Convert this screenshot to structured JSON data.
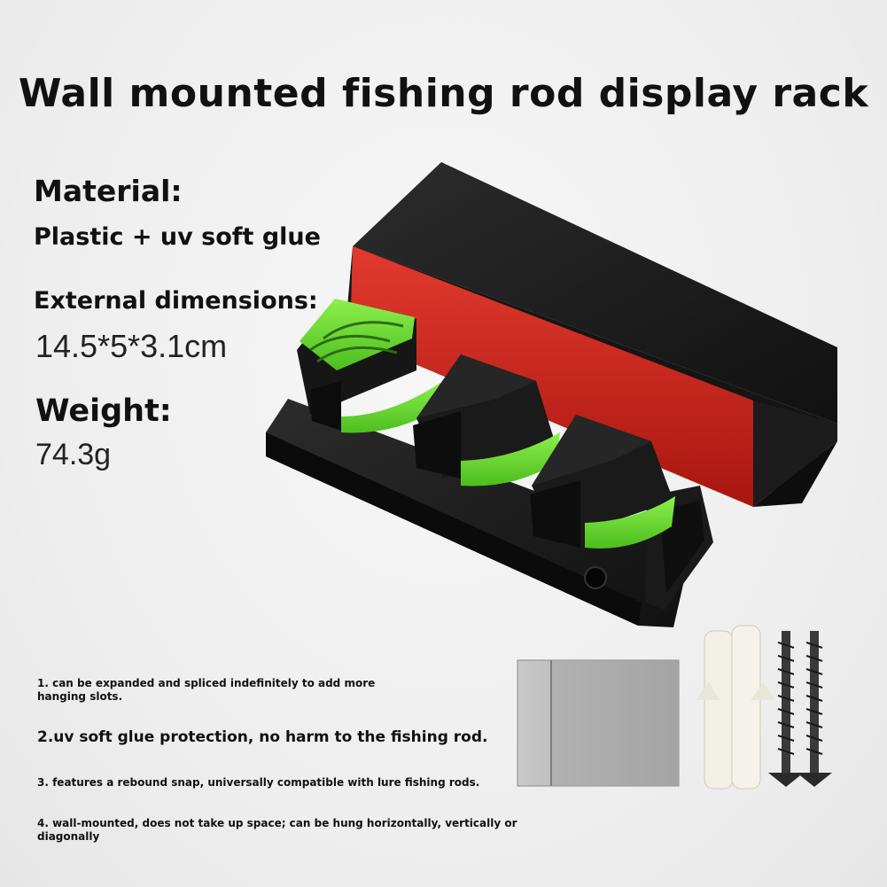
{
  "title": "Wall mounted fishing rod display rack",
  "specs": {
    "material_label": "Material:",
    "material_value": "Plastic + uv soft glue",
    "dimensions_label": "External dimensions:",
    "dimensions_value": "14.5*5*3.1cm",
    "weight_label": "Weight:",
    "weight_value": "74.3g"
  },
  "notes": [
    "1. can be expanded and spliced indefinitely to add more hanging slots.",
    "2.uv soft glue protection, no harm to the fishing rod.",
    "3. features a rebound snap, universally compatible with lure fishing rods.",
    "4. wall-mounted, does not take up space; can be hung horizontally, vertically or diagonally"
  ],
  "colors": {
    "accent_green": "#6fe035",
    "box_red": "#d1261f",
    "box_black": "#1b1b1b",
    "rack_black": "#151515"
  }
}
